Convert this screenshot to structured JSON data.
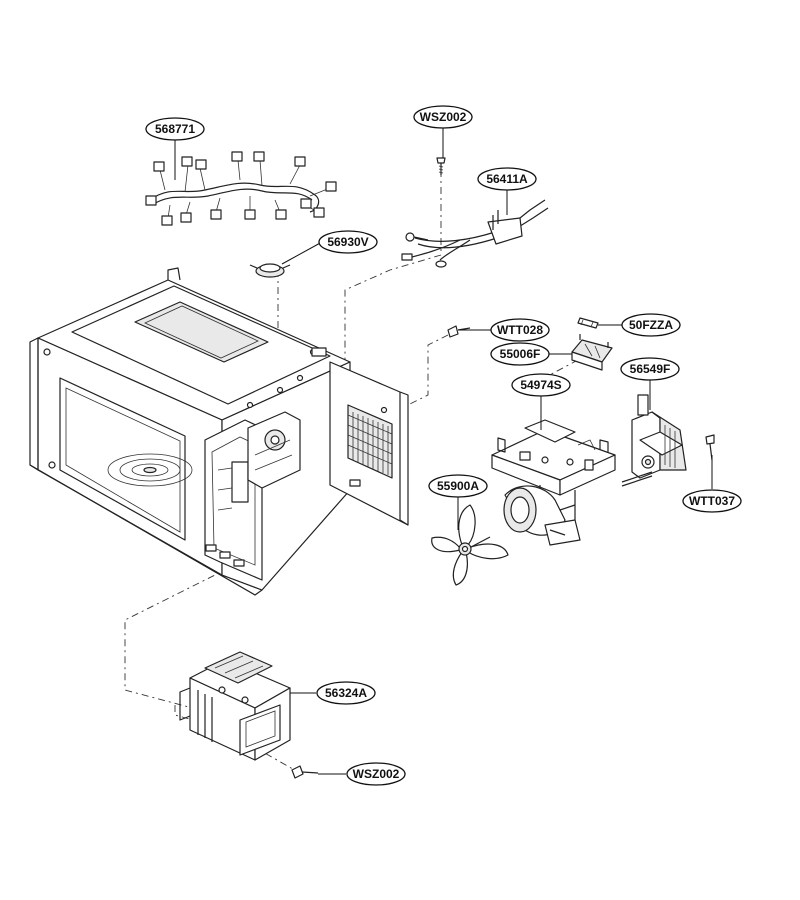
{
  "callouts": [
    {
      "id": "c-568771",
      "label": "568771"
    },
    {
      "id": "c-wsz002-top",
      "label": "WSZ002"
    },
    {
      "id": "c-56411a",
      "label": "56411A"
    },
    {
      "id": "c-56930v",
      "label": "56930V"
    },
    {
      "id": "c-wtt028",
      "label": "WTT028"
    },
    {
      "id": "c-50fzza",
      "label": "50FZZA"
    },
    {
      "id": "c-55006f",
      "label": "55006F"
    },
    {
      "id": "c-54974s",
      "label": "54974S"
    },
    {
      "id": "c-56549f",
      "label": "56549F"
    },
    {
      "id": "c-55900a",
      "label": "55900A"
    },
    {
      "id": "c-wtt037",
      "label": "WTT037"
    },
    {
      "id": "c-56324a",
      "label": "56324A"
    },
    {
      "id": "c-wsz002-bottom",
      "label": "WSZ002"
    }
  ],
  "parts": {
    "cabinet": "microwave-cabinet",
    "harness": "wire-harness",
    "power_cord": "power-cord",
    "thermostat": "thermostat",
    "screw_top": "screw",
    "screw_wtt028": "screw",
    "fuse": "fuse",
    "fuse_holder": "fuse-holder",
    "bracket": "fan-motor-bracket",
    "motor": "fan-motor",
    "fan": "fan-blade",
    "screw_wtt037": "screw",
    "magnetron": "magnetron",
    "screw_bottom": "screw"
  }
}
